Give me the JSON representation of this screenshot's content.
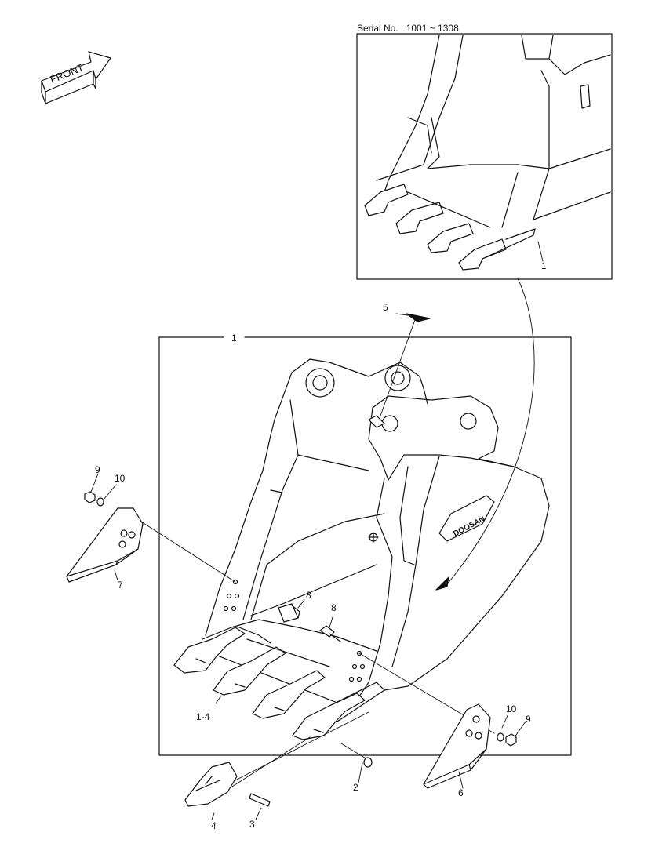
{
  "serial_text": "Serial No. : 1001 ~ 1308",
  "front_label": "FRONT",
  "brand_label": "DOOSAN",
  "callouts": {
    "c1_top": "1",
    "c1_main": "1",
    "c2": "2",
    "c3": "3",
    "c4": "4",
    "c5": "5",
    "c6": "6",
    "c7": "7",
    "c8_left": "8",
    "c8_right": "8",
    "c9_left": "9",
    "c9_right": "9",
    "c10_left": "10",
    "c10_right": "10",
    "c14": "1-4"
  }
}
